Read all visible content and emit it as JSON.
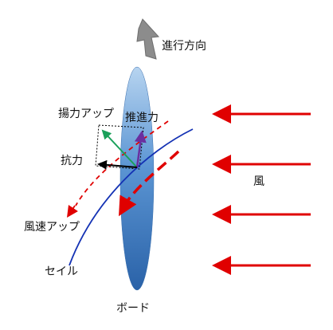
{
  "labels": {
    "direction": "進行方向",
    "lift_up": "揚力アップ",
    "propulsion": "推進力",
    "drag": "抗力",
    "wind": "風",
    "wind_speed_up": "風速アップ",
    "sail": "セイル",
    "board": "ボード"
  },
  "colors": {
    "wind_arrow": "#e00000",
    "sail_line": "#1432b4",
    "board_fill": "#4a86c8",
    "lift_arrow": "#1aa05a",
    "propulsion_arrow": "#6a2fa0",
    "direction_arrow": "#8c8c8c"
  }
}
